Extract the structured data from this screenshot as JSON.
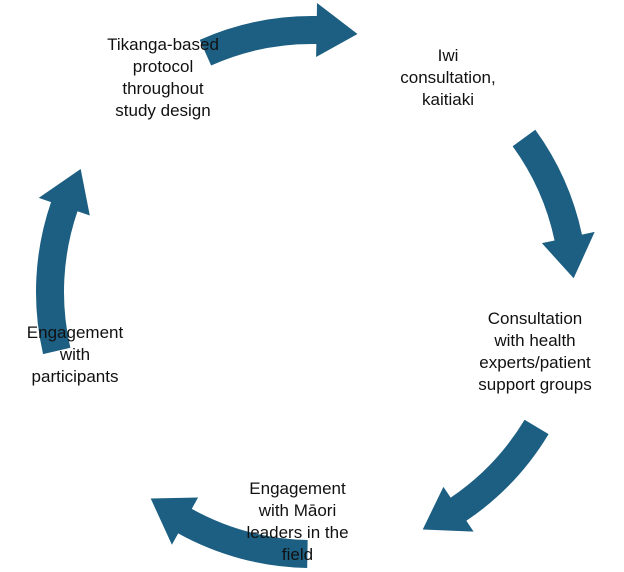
{
  "diagram": {
    "arrow_color": "#1c5f82",
    "text_color": "#111111",
    "nodes": [
      {
        "id": "tikanga",
        "lines": [
          "Tikanga-based",
          "protocol",
          "throughout",
          "study design"
        ]
      },
      {
        "id": "iwi",
        "lines": [
          "Iwi",
          "consultation,",
          "kaitiaki"
        ]
      },
      {
        "id": "health",
        "lines": [
          "Consultation",
          "with health",
          "experts/patient",
          "support groups"
        ]
      },
      {
        "id": "maori",
        "lines": [
          "Engagement",
          "with Māori",
          "leaders in the",
          "field"
        ]
      },
      {
        "id": "participants",
        "lines": [
          "Engagement",
          "with",
          "participants"
        ]
      }
    ],
    "arrows": [
      {
        "from": "tikanga",
        "to": "iwi"
      },
      {
        "from": "iwi",
        "to": "health"
      },
      {
        "from": "health",
        "to": "maori"
      },
      {
        "from": "maori",
        "to": "participants"
      },
      {
        "from": "participants",
        "to": "tikanga"
      }
    ]
  }
}
